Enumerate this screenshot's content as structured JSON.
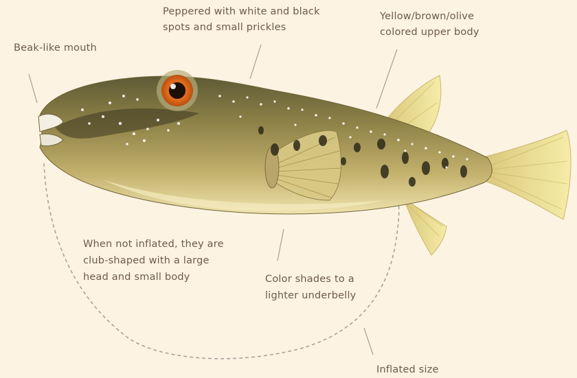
{
  "labels": {
    "beak": "Beak-like mouth",
    "spots_line1": "Peppered with white and black",
    "spots_line2": "spots and small prickles",
    "upper_line1": "Yellow/brown/olive",
    "upper_line2": "colored upper body",
    "club_line1": "When not inflated, they are",
    "club_line2": "club-shaped with a large",
    "club_line3": "head and small body",
    "underbelly_line1": "Color shades to a",
    "underbelly_line2": "lighter underbelly",
    "inflated": "Inflated size"
  },
  "colors": {
    "background": "#fdf3e3",
    "label_text": "#6b5a4e",
    "leader_line": "#a89d95",
    "dashed_outline": "#a7a29c",
    "fish_body": "#8f8348",
    "fish_belly": "#eadca0",
    "fins": "#efe29a",
    "eye_iris": "#e36b1f"
  }
}
